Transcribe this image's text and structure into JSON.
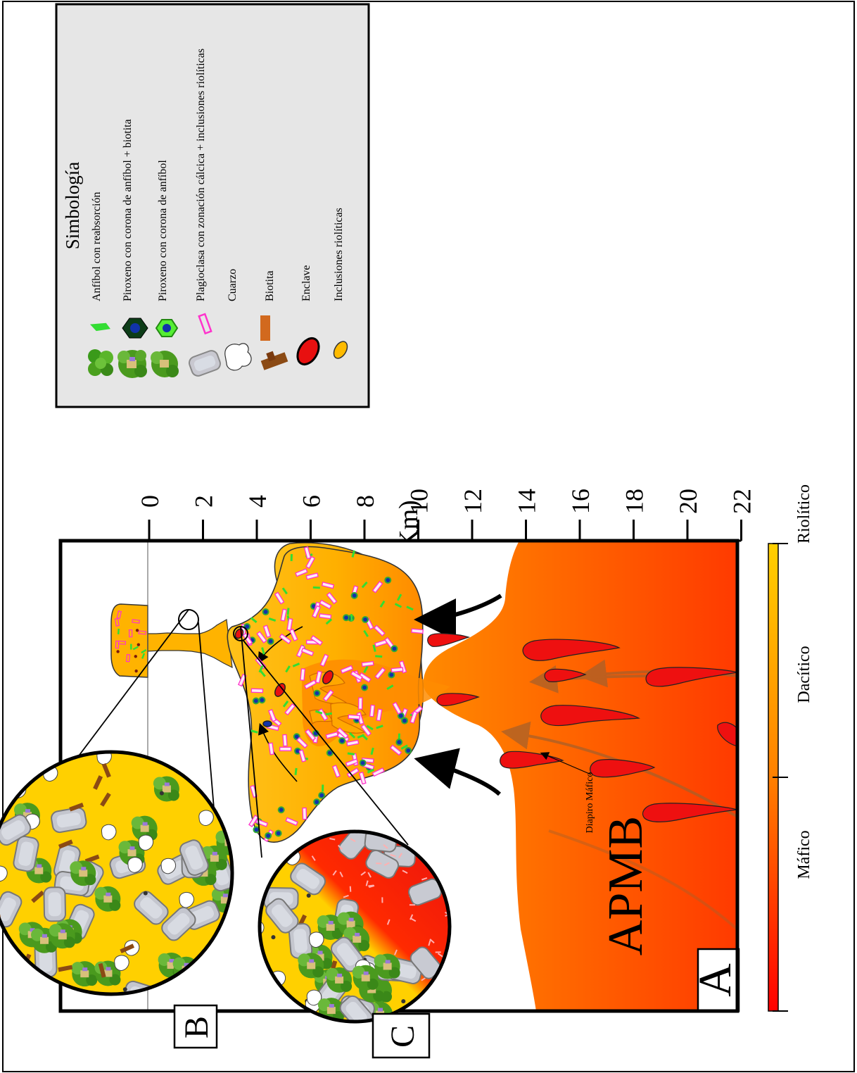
{
  "legend": {
    "title": "Simbología",
    "items": [
      {
        "label": "Anfíbol con reabsorción",
        "icon": "amphibole-icon"
      },
      {
        "label": "Piroxeno con corona de anfíbol + biotita",
        "icon": "pyroxene-amphibole-biotite-corona-icon"
      },
      {
        "label": "Piroxeno con corona de anfíbol",
        "icon": "pyroxene-amphibole-corona-icon"
      },
      {
        "label": "Plagioclasa con zonación cálcica + inclusiones riolíticas",
        "icon": "plagioclase-icon"
      },
      {
        "label": "Cuarzo",
        "icon": "quartz-icon"
      },
      {
        "label": "Biotita",
        "icon": "biotite-icon"
      },
      {
        "label": "Enclave",
        "icon": "enclave-icon"
      },
      {
        "label": "Inclusiones riolíticas",
        "icon": "rhyolitic-inclusion-icon"
      }
    ],
    "colors": {
      "background": "#e6e6e6",
      "amphibole": "#33cc33",
      "pyroxene": "#1133aa",
      "plagioclase": "#ff33cc",
      "quartz": "#ffffff",
      "biotite": "#d2691e",
      "enclave": "#dd1111",
      "rhyolitic_inclusion": "#ffbb00"
    }
  },
  "depth_axis": {
    "title": "Profundidad (Km)",
    "ticks": [
      "0",
      "2",
      "4",
      "6",
      "8",
      "10",
      "12",
      "14",
      "16",
      "18",
      "20",
      "22"
    ]
  },
  "color_scale": {
    "labels": [
      "Máfico",
      "Dacítico",
      "Riolítico"
    ],
    "colors": [
      "#ff0000",
      "#ff8000",
      "#ffd000"
    ]
  },
  "diagram": {
    "panel_a_label": "A",
    "apmb_label": "APMB",
    "diapiro_label": "Diapiro Máfico"
  },
  "insets": {
    "b_label": "B",
    "c_label": "C"
  }
}
